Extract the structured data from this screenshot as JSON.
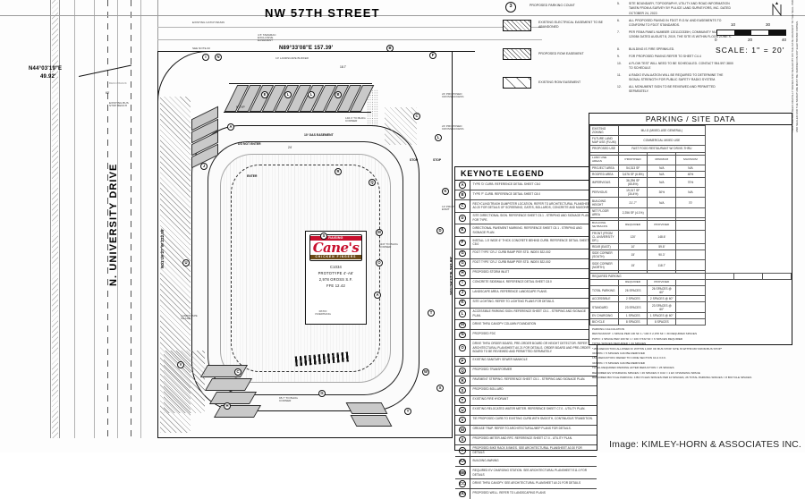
{
  "sheet": {
    "credit": "Image: KIMLEY-HORN & ASSOCIATES INC.",
    "scale_label": "SCALE:  1\"  =  20'",
    "scale_ticks_top": [
      "10",
      "30"
    ],
    "scale_ticks_bottom": [
      "0",
      "20",
      "40"
    ],
    "vertical_disclaimer": "THIS ITEM HAS BEEN DIGITALLY SIGNED AND SEALED BY ON THE DATE ADJACENT TO THE SEAL. PRINTED COPIES OF THIS DOCUMENT ARE NOT CONSIDERED SIGNED AND SEALED AND THE SIGNATURE MUST BE VERIFIED ON ANY ELECTRONIC COPIES."
  },
  "streets": {
    "top": "NW 57TH STREET",
    "left": "N. UNIVERSITY DRIVE"
  },
  "bearings": {
    "top": "N89°33'08\"E 157.39'",
    "left_vertical": "N01°26'27\"W  222.99'",
    "right_vertical": "S01°26'27\"E  292.99'",
    "corner": "N44°03'19\"E",
    "corner_dist": "49.92'"
  },
  "site_notes": [
    {
      "label": "EXISTING CATCH BASIN"
    },
    {
      "label": "SEE NOTE #2"
    },
    {
      "label": "BENCHMARK"
    },
    {
      "label": "EXISTING BUS STOP BENCH"
    },
    {
      "label": "4.5' TAMARAC EXCLUSIVE EASEMENT"
    },
    {
      "label": "10' LANDSCAPE BUFFER"
    },
    {
      "label": "10' GAS EASEMENT"
    },
    {
      "label": "146.3' TO BLDG CORNER"
    },
    {
      "label": "24' PROPOSED CROSS ACCESS"
    },
    {
      "label": "24' PROPOSED CROSS ACCESS"
    },
    {
      "label": "10' PROP ELEC ESMT"
    },
    {
      "label": "PATIO OVERHANG"
    },
    {
      "label": "5' LANDSCAPE BUFFER"
    },
    {
      "label": "95.7' TO BLDG CORNER"
    },
    {
      "label": "59.8' TO BLDG CORNER"
    },
    {
      "label": "LANDSCAPE ISLAND"
    },
    {
      "label": "TYP"
    },
    {
      "label": "STOP"
    },
    {
      "label": "STOP"
    },
    {
      "label": "DO NOT ENTER"
    },
    {
      "label": "ENTER"
    }
  ],
  "building": {
    "code": "C1034",
    "prototype": "PROTOTYPE  4'-A6'",
    "area": "2,978 GROSS S.F.",
    "ffe": "FFE  12.42",
    "patio": "PATIO OVERHANG"
  },
  "legend_swatches": [
    {
      "name": "proposed-parking-count",
      "label": "PROPOSED PARKING COUNT",
      "style": "circle",
      "value": "3"
    },
    {
      "name": "existing-electrical-easement",
      "label": "EXISTING ELECTRICAL EASEMENT TO BE ABANDONED",
      "style": "hatch-left"
    },
    {
      "name": "proposed-row-easement",
      "label": "PROPOSED ROW EASEMENT",
      "style": "hatch-left"
    },
    {
      "name": "existing-row-easement",
      "label": "EXISTING ROW EASEMENT",
      "style": "hatch-sparse"
    }
  ],
  "notes": [
    {
      "n": "5.",
      "text": "SITE BOUNDARY, TOPOGRAPHY, UTILITY AND ROAD INFORMATION TAKEN FROM A SURVEY BY PULICE LAND SURVEYORS, INC. DATED OCTOBER 24, 2022."
    },
    {
      "n": "6.",
      "text": "ALL PROPOSED PAVING IN FDOT R.O.W. AND EASEMENTS TO CONFORM TO FDOT STANDARDS."
    },
    {
      "n": "7.",
      "text": "PER FEMA PANEL NUMBER 12011C0335H, COMMUNITY NUMBER 120084 DATED AUGUST 8, 2019, THE SITE IS WITHIN FLOOD ZONE X."
    },
    {
      "n": "8.",
      "text": "BUILDING IS FIRE SPRINKLED."
    },
    {
      "n": "9.",
      "text": "FOR PROPOSED PAVING REFER TO SHEET C4.4"
    },
    {
      "n": "10.",
      "text": "A FLOW TEST WILL NEED TO BE SCHEDULED. CONTACT 954.597.3800 TO SCHEDULE"
    },
    {
      "n": "11.",
      "text": "A RADIO EVALUATION WILL BE REQUIRED TO DETERMINE THE SIGNAL STRENGTH FOR PUBLIC SAFETY RADIO SYSTEM."
    },
    {
      "n": "12.",
      "text": "ALL MONUMENT SIGN TO BE REVIEWED AND PERMITTED SEPARATELY."
    }
  ],
  "keynote": {
    "title": "KEYNOTE LEGEND",
    "rows": [
      {
        "sym": "A",
        "text": "TYPE 'D' CURB. REFERENCE DETAIL SHEET C8.0"
      },
      {
        "sym": "B",
        "text": "TYPE 'F' CURB. REFERENCE DETAIL SHEET C8.0"
      },
      {
        "sym": "C",
        "text": "RECYCLING/TRASH DUMPSTER LOCATION. REFER TO ARCHITECTURAL PLANSHEET A0.20 FOR DETAILS OF SCREENING, GATES, BOLLARDS, CONCRETE AND MASONRY."
      },
      {
        "sym": "D",
        "text": "SITE DIRECTIONAL SIGN. REFERENCE SHEET C5.1 - STRIPING AND SIGNAGE PLAN FOR TYPE."
      },
      {
        "sym": "E",
        "text": "DIRECTIONAL PAVEMENT MARKING. REFERENCE SHEET C5.1 - STRIPING AND SIGNAGE PLAN."
      },
      {
        "sym": "F",
        "text": "INSTALL 1.5' WIDE 6\" THICK CONCRETE BEHIND CURB. REFERENCE DETAIL SHEET C8.0"
      },
      {
        "sym": "G",
        "text": "FDOT TYPE 'CR-J' CURB RAMP PER STD. INDEX 522-002"
      },
      {
        "sym": "G",
        "text": "FDOT TYPE 'CR-J' CURB RAMP PER STD. INDEX 522-002"
      },
      {
        "sym": "H",
        "text": "PROPOSED STORM INLET"
      },
      {
        "sym": "I",
        "text": "CONCRETE SIDEWALK. REFERENCE DETAIL SHEET C8.0"
      },
      {
        "sym": "J",
        "text": "LANDSCAPE AREA. REFERENCE LANDSCAPE PLANS."
      },
      {
        "sym": "K",
        "text": "SITE LIGHTING. REFER TO LIGHTING PLANS FOR DETAILS."
      },
      {
        "sym": "L",
        "text": "ACCESSIBLE PARKING SIGN. REFERENCE SHEET C5.1 - STRIPING AND SIGNAGE PLAN."
      },
      {
        "sym": "M",
        "text": "DRIVE THRU CANOPY COLUMN FOUNDATION"
      },
      {
        "sym": "N",
        "text": "PROPOSED FDC"
      },
      {
        "sym": "O",
        "text": "DRIVE THRU ORDER BOARD, PRE-ORDER BOARD OR HEIGHT DETECTOR. REFER TO ARCHITECTURAL PLANSHEET A0.21 FOR DETAILS. ORDER BOARD AND PRE-ORDER BOARD TO BE REVIEWED AND PERMITTED SEPARATELY."
      },
      {
        "sym": "P",
        "text": "EXISTING SANITARY SEWER MANHOLE"
      },
      {
        "sym": "Q",
        "text": "PROPOSED TRANSFORMER"
      },
      {
        "sym": "R",
        "text": "PAVEMENT STRIPING. REFERENCE SHEET C5.1 - STRIPING AND SIGNAGE PLAN."
      },
      {
        "sym": "S",
        "text": "PROPOSED BOLLARD"
      },
      {
        "sym": "T",
        "text": "EXISTING FIRE HYDRANT"
      },
      {
        "sym": "U",
        "text": "EXISTING RELOCATED WATER METER. REFERENCE SHEET C7.0 - UTILITY PLAN."
      },
      {
        "sym": "V",
        "text": "TIE PROPOSED CURB TO EXISTING CURB WITH SMOOTH, CONTINUOUS TRANSITION."
      },
      {
        "sym": "W",
        "text": "GREASE TRAP. REFER TO ARCHITECTURAL/MEP PLANS FOR DETAILS."
      },
      {
        "sym": "X",
        "text": "PROPOSED METER AND RPZ. REFERENCE SHEET C7.0 - UTILITY PLAN."
      },
      {
        "sym": "Y",
        "text": "PROPOSED BIKE RACK 8 BIKES. SEE ARCHITECTURAL PLANSHEET A0.30 FOR DETAILS"
      },
      {
        "sym": "AA",
        "text": "BUILDING AWNING"
      },
      {
        "sym": "BB",
        "text": "REQUIRED EV CHARGING STATION. SEE ARCHITECTURAL PLANSHEET E11.0 FOR DETAILS"
      },
      {
        "sym": "CC",
        "text": "DRIVE THRU CANOPY. SEE ARCHITECTURAL PLANSHEET A0.21 FOR DETAILS"
      },
      {
        "sym": "DD",
        "text": "PROPOSED WELL. REFER TO LANDSCAPING PLANS"
      }
    ]
  },
  "parking": {
    "title": "PARKING / SITE DATA",
    "top_rows": [
      {
        "label": "EXISTING ZONING",
        "value": "MU-G (MIXED-USE GENERAL)"
      },
      {
        "label": "FUTURE LAND MAP USE (FLUM)",
        "value": "COMMERCIAL MIXED USE"
      },
      {
        "label": "PROPOSED USE",
        "value": "FAST FOOD RESTAURANT W/ DRIVE-THRU"
      }
    ],
    "land_use": {
      "headers": [
        "LAND USE AREAS",
        "PROPOSED",
        "MINIMUM",
        "MAXIMUM"
      ],
      "rows": [
        [
          "PROJECT AREA",
          "54,313 SF",
          "N/A",
          "N/A"
        ],
        [
          "ROOFED AREA",
          "3,676 SF (6.8%)",
          "N/A",
          "40%"
        ],
        [
          "IMPERVIOUS",
          "36,296 SF (65.8%)",
          "N/A",
          "70%"
        ],
        [
          "PERVIOUS",
          "19,017 SF (34.4%)",
          "30%",
          "N/A"
        ],
        [
          "BUILDING HEIGHT",
          "21'-7\"",
          "N/A",
          "70'"
        ],
        [
          "NET FLOOR AREA",
          "2,256 SF (4.1%)",
          "",
          ""
        ]
      ]
    },
    "setbacks": {
      "headers": [
        "BUILDING SETBACKS",
        "REQUIRED",
        "PROVIDED"
      ],
      "rows": [
        [
          "FRONT (FROM CL UNIVERSITY DR.)",
          "120'",
          "148.6'"
        ],
        [
          "REAR (EAST)",
          "10'",
          "59.8'"
        ],
        [
          "SIDE CORNER (SOUTH)",
          "15'",
          "90.3'"
        ],
        [
          "SIDE CORNER (NORTH)",
          "15'",
          "118.7'"
        ]
      ]
    },
    "required_parking": {
      "section": "REQUIRED PARKING",
      "headers": [
        "",
        "REQUIRED",
        "PROVIDED"
      ],
      "rows": [
        [
          "TOTAL PARKING",
          "26 SPACES",
          "26 SPACES @ 60°"
        ],
        [
          "ACCESSIBLE",
          "2 SPACES",
          "2 SPACES @ 60°"
        ],
        [
          "STANDARD",
          "23 SPACES",
          "23 SPACES @ 60°"
        ],
        [
          "EV CHARGING",
          "1 SPACES",
          "1 SPACES @ 60°"
        ],
        [
          "BICYCLE",
          "8 SPACES",
          "8 SPACES"
        ]
      ]
    },
    "calculation": {
      "heading": "PARKING CALCULATION",
      "lines": [
        "RESTAURANT: 1 SPACE PER 100 SF          1 / 100 X 2,978 SF =  30 REQUIRED SPACES",
        "PATIO: 1 SPACE PER 100 SF                      1 / 100 X 532 SF = 6 SPACES REQUIRED",
        "TOTAL SPACES REQUIRED = 34 SPACES",
        "*15% REDUCTION ALLOWED IF WITHIN 1,000' OF BUS STOP.  SITE IS WITHIN 80' FROM BUS STOP*",
        "34X15% = 5 SPACES CAN BE REMOVED",
        "15% REDUCTION: REFER TO CODE SECTION 10-4.3.F.C.",
        "34X15% = 5 SPACES CAN BE REMOVED",
        "TOTAL REQUIRED PARKING AFTER REDUCTION = 26 SPACES",
        "REQUIRED EV CHARGING SPACES = 26 SPACES X 0.02 = 1 EV CHARGING SPACE",
        "REQUIRED BICYCLE PARKING: 4 BICYCLES SPACES PER 10 SPACES; 26 TOTAL PARKING SPACES = 8 BICYCLE SPACES"
      ]
    }
  }
}
